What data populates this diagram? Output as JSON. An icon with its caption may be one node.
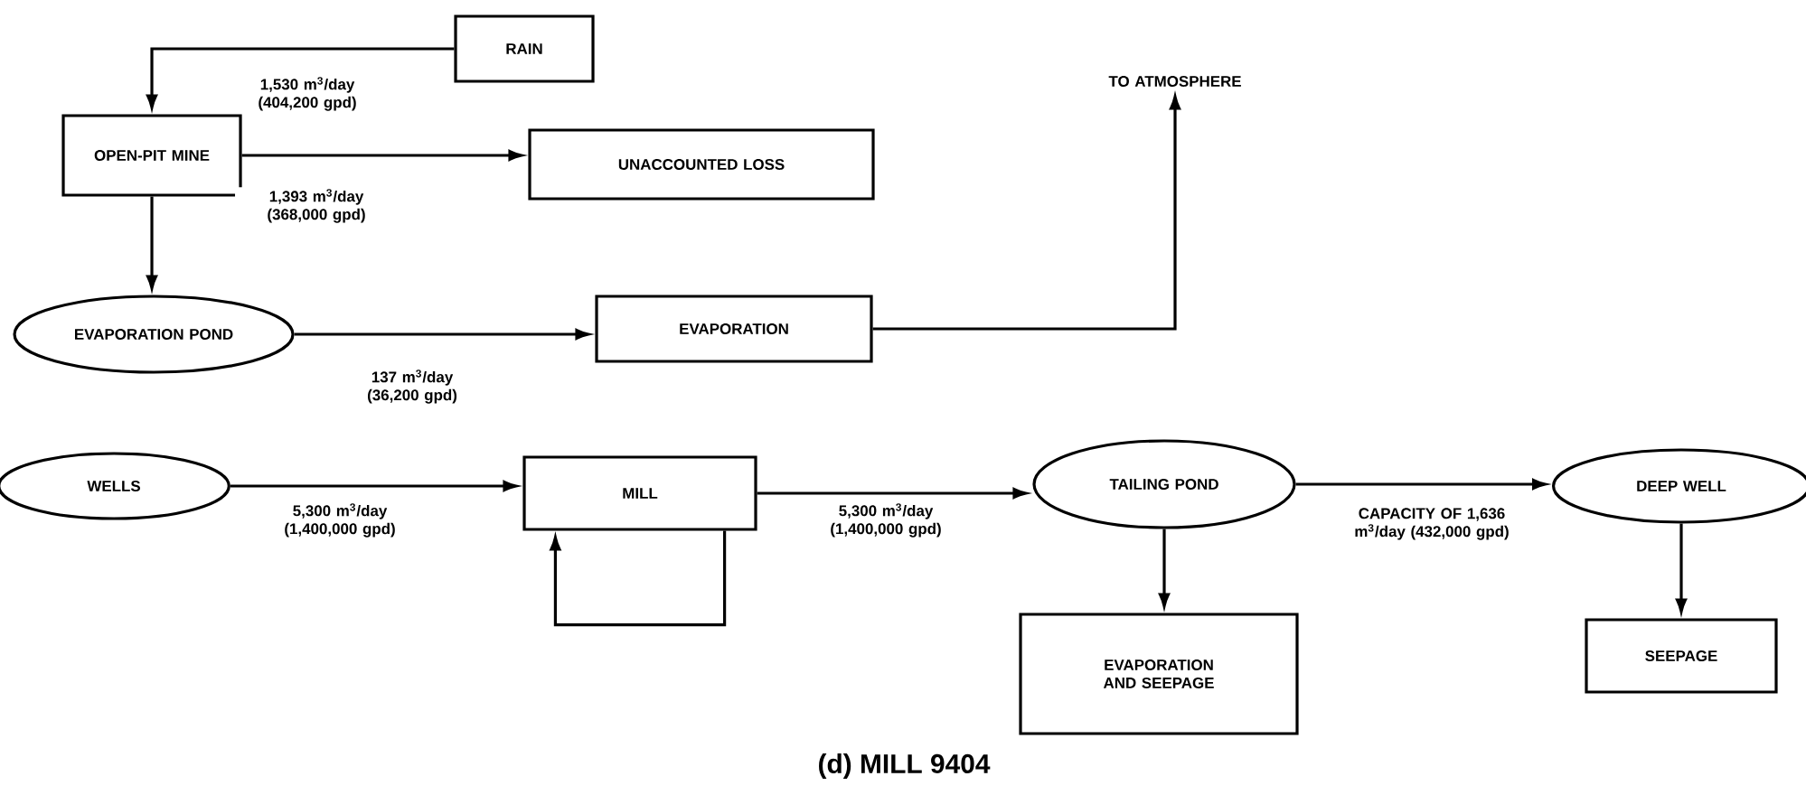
{
  "diagram": {
    "caption": "(d) MILL 9404",
    "nodes": [
      {
        "text": [
          "RAIN"
        ]
      },
      {
        "text": [
          "OPEN-PIT MINE"
        ]
      },
      {
        "text": [
          "UNACCOUNTED LOSS"
        ]
      },
      {
        "text": [
          "EVAPORATION POND"
        ]
      },
      {
        "text": [
          "EVAPORATION"
        ]
      },
      {
        "text": [
          "TO ATMOSPHERE"
        ]
      },
      {
        "text": [
          "WELLS"
        ]
      },
      {
        "text": [
          "MILL"
        ]
      },
      {
        "text": [
          "TAILING POND"
        ]
      },
      {
        "text": [
          "EVAPORATION AND SEEPAGE"
        ]
      },
      {
        "text": [
          "DEEP WELL"
        ]
      },
      {
        "text": [
          "SEEPAGE"
        ]
      }
    ],
    "edges": [
      {
        "from": 0,
        "to": 1,
        "arrow": "to",
        "label": "1,530 m$^{3}$/day (404,200 gpd)"
      },
      {
        "from": 1,
        "to": 2,
        "arrow": "to",
        "label": "1,393 m$^{3}$/day (368,000 gpd)"
      },
      {
        "from": 1,
        "to": 3,
        "arrow": "to"
      },
      {
        "from": 3,
        "to": 4,
        "arrow": "to",
        "label": "137 m$^{3}$/day (36,200 gpd)"
      },
      {
        "from": 4,
        "to": 5,
        "arrow": "to"
      },
      {
        "from": 6,
        "to": 7,
        "arrow": "to",
        "label": "5,300 m$^{3}$/day (1,400,000 gpd)"
      },
      {
        "from": 7,
        "to": 7,
        "arrow": "to"
      },
      {
        "from": 7,
        "to": 8,
        "arrow": "to",
        "label": "5,300 m$^{3}$/day (1,400,000 gpd)"
      },
      {
        "from": 8,
        "to": 9,
        "arrow": "to"
      },
      {
        "from": 8,
        "to": 10,
        "arrow": "to",
        "label": "CAPACITY OF 1,636 m$^{3}$/day (432,000 gpd)"
      },
      {
        "from": 10,
        "to": 11,
        "arrow": "to"
      }
    ]
  }
}
